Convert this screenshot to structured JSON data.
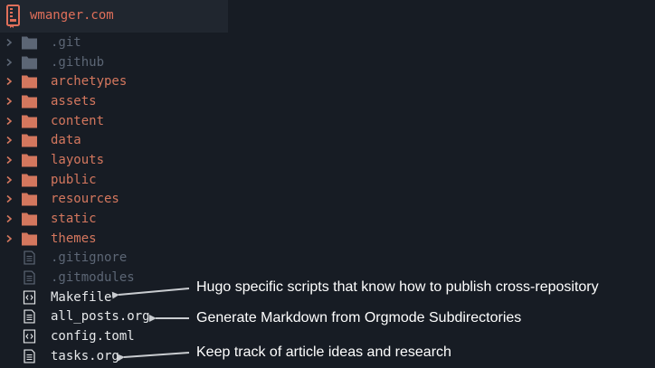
{
  "header": {
    "title": "wmanger.com",
    "icon": "repository-icon"
  },
  "colors": {
    "background": "#171c24",
    "header_bg": "#20262f",
    "folder_active": "#d4775e",
    "folder_dim": "#5c6675",
    "text_file": "#e6e8ea",
    "annotation": "#ffffff"
  },
  "tree": {
    "items": [
      {
        "label": ".git",
        "kind": "folder",
        "dim": true
      },
      {
        "label": ".github",
        "kind": "folder",
        "dim": true
      },
      {
        "label": "archetypes",
        "kind": "folder",
        "dim": false
      },
      {
        "label": "assets",
        "kind": "folder",
        "dim": false
      },
      {
        "label": "content",
        "kind": "folder",
        "dim": false
      },
      {
        "label": "data",
        "kind": "folder",
        "dim": false
      },
      {
        "label": "layouts",
        "kind": "folder",
        "dim": false
      },
      {
        "label": "public",
        "kind": "folder",
        "dim": false
      },
      {
        "label": "resources",
        "kind": "folder",
        "dim": false
      },
      {
        "label": "static",
        "kind": "folder",
        "dim": false
      },
      {
        "label": "themes",
        "kind": "folder",
        "dim": false
      },
      {
        "label": ".gitignore",
        "kind": "text-file",
        "dim": true
      },
      {
        "label": ".gitmodules",
        "kind": "text-file",
        "dim": true
      },
      {
        "label": "Makefile",
        "kind": "code-file",
        "dim": false
      },
      {
        "label": "all_posts.org",
        "kind": "text-file",
        "dim": false
      },
      {
        "label": "config.toml",
        "kind": "code-file",
        "dim": false
      },
      {
        "label": "tasks.org",
        "kind": "text-file",
        "dim": false
      }
    ]
  },
  "annotations": {
    "makefile": "Hugo specific scripts that know how to publish cross-repository",
    "all_posts": "Generate Markdown from Orgmode Subdirectories",
    "tasks": "Keep track of article ideas and research"
  }
}
